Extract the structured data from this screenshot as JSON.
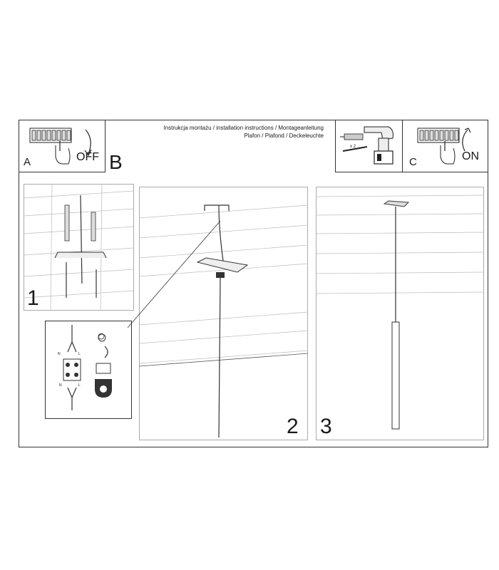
{
  "header": {
    "line1": "Instrukcja montażu / installation instructions / Montageanleitung",
    "line2": "Plafon / Plafond / Deckeleuchte"
  },
  "step_a": {
    "letter": "A",
    "state": "OFF"
  },
  "step_b": {
    "letter": "B"
  },
  "step_c": {
    "letter": "C",
    "state": "ON"
  },
  "tool": {
    "quantity": "x 2"
  },
  "steps": {
    "s1": "1",
    "s2": "2",
    "s3": "3"
  },
  "wiring": {
    "n_top": "N",
    "l_top": "L",
    "n_bottom": "N",
    "l_bottom": "L"
  },
  "icons": [
    "switch-off-icon",
    "drill-icon",
    "switch-on-icon",
    "earth-ground-icon"
  ]
}
